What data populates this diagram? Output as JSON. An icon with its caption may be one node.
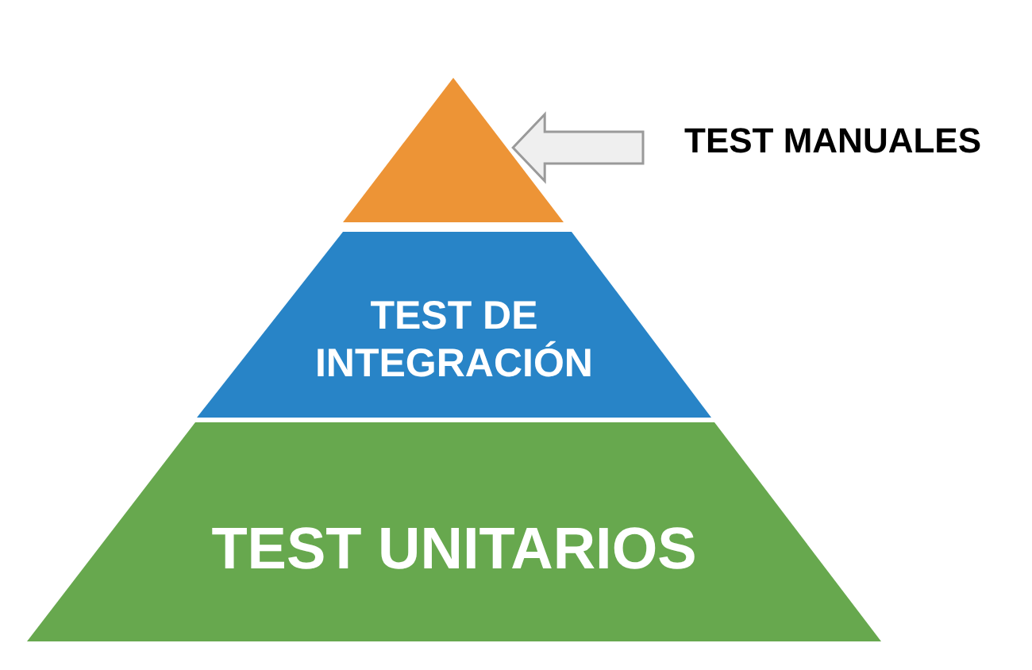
{
  "diagram": {
    "nodes": [
      {
        "text": [],
        "shape": "triangle"
      },
      {
        "text": [
          "TEST MANUALES"
        ]
      },
      {
        "text": [
          "TEST DE INTEGRACIÓN"
        ]
      },
      {
        "text": [
          "TEST UNITARIOS"
        ]
      }
    ],
    "edges": [
      {
        "from": 1,
        "to": 0,
        "arrow": "to"
      }
    ]
  }
}
